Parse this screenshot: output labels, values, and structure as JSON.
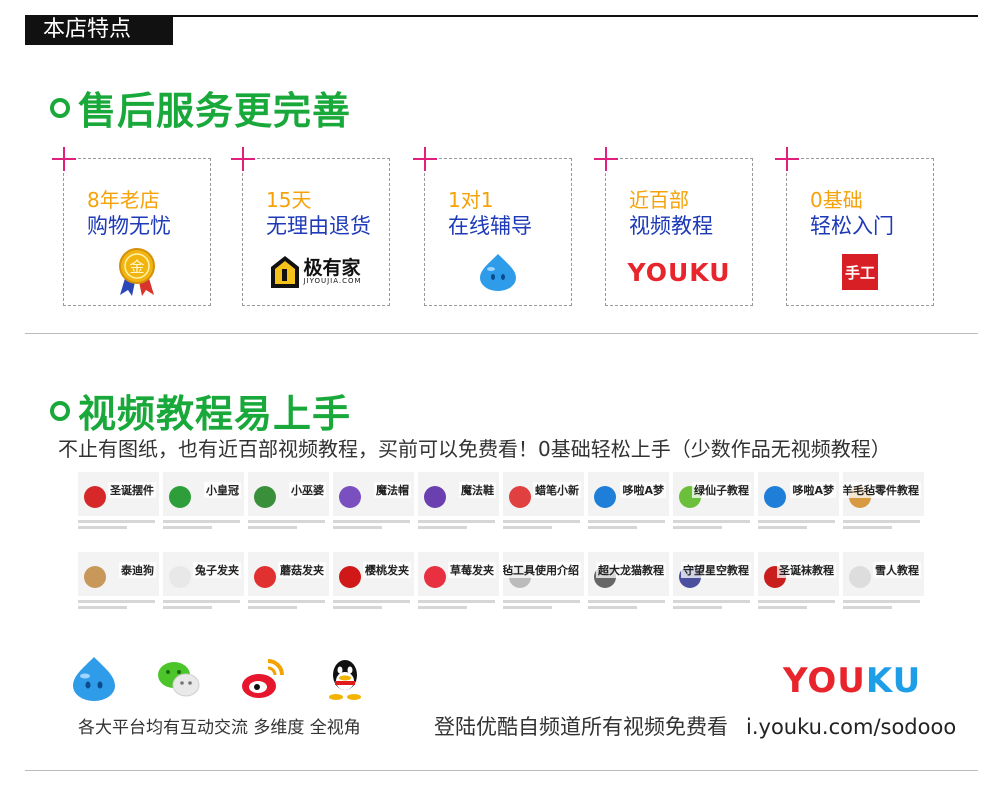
{
  "header": {
    "tab_label": "本店特点"
  },
  "section1": {
    "title": "售后服务更完善",
    "features": [
      {
        "line1": "8年老店",
        "line2": "购物无忧",
        "icon": "gold-medal-icon",
        "icon_text": "金"
      },
      {
        "line1": "15天",
        "line2": "无理由退货",
        "icon": "jiyoujia-logo",
        "logo_text": "极有家",
        "logo_sub": "JIYOUJIA.COM"
      },
      {
        "line1": "1对1",
        "line2": "在线辅导",
        "icon": "aliwangwang-icon"
      },
      {
        "line1": "近百部",
        "line2": "视频教程",
        "icon": "youku-logo",
        "logo_text": "YOUKU"
      },
      {
        "line1": "0基础",
        "line2": "轻松入门",
        "icon": "shougong-logo",
        "logo_text": "手工"
      }
    ]
  },
  "section2": {
    "title": "视频教程易上手",
    "description": "不止有图纸，也有近百部视频教程，买前可以免费看！0基础轻松上手（少数作品无视频教程）",
    "thumbnails": [
      {
        "caption": "圣诞摆件",
        "color": "#d62828"
      },
      {
        "caption": "小皇冠",
        "color": "#2e9e3a"
      },
      {
        "caption": "小巫婆",
        "color": "#3a8f3a"
      },
      {
        "caption": "魔法帽",
        "color": "#7a4fc0"
      },
      {
        "caption": "魔法鞋",
        "color": "#6a3fb0"
      },
      {
        "caption": "蜡笔小新",
        "color": "#e04040"
      },
      {
        "caption": "哆啦A梦",
        "color": "#1f7fd8"
      },
      {
        "caption": "绿仙子教程",
        "color": "#6cbf3a"
      },
      {
        "caption": "哆啦A梦",
        "color": "#1f7fd8"
      },
      {
        "caption": "羊毛毡零件教程",
        "color": "#d89a40"
      },
      {
        "caption": "泰迪狗",
        "color": "#c8975a"
      },
      {
        "caption": "兔子发夹",
        "color": "#e8e8e8"
      },
      {
        "caption": "蘑菇发夹",
        "color": "#e03030"
      },
      {
        "caption": "樱桃发夹",
        "color": "#d01818"
      },
      {
        "caption": "草莓发夹",
        "color": "#e83040"
      },
      {
        "caption": "羊毛毡工具使用介绍",
        "color": "#bbbbbb"
      },
      {
        "caption": "超大龙猫教程",
        "color": "#666666"
      },
      {
        "caption": "守望星空教程",
        "color": "#4a4f9e"
      },
      {
        "caption": "圣诞袜教程",
        "color": "#c81e1e"
      },
      {
        "caption": "雪人教程",
        "color": "#dddddd"
      }
    ]
  },
  "footer": {
    "social_label": "各大平台均有互动交流  多维度 全视角",
    "youku_logo": "YOUKU",
    "youku_text": "登陆优酷自频道所有视频免费看",
    "youku_url": "i.youku.com/sodooo"
  },
  "colors": {
    "accent_green": "#19a83a",
    "feature_orange": "#f5a20a",
    "feature_blue": "#1e3ab8",
    "plus_magenta": "#e0207c",
    "youku_red": "#e8252d",
    "youku_blue": "#1f9ee8"
  }
}
